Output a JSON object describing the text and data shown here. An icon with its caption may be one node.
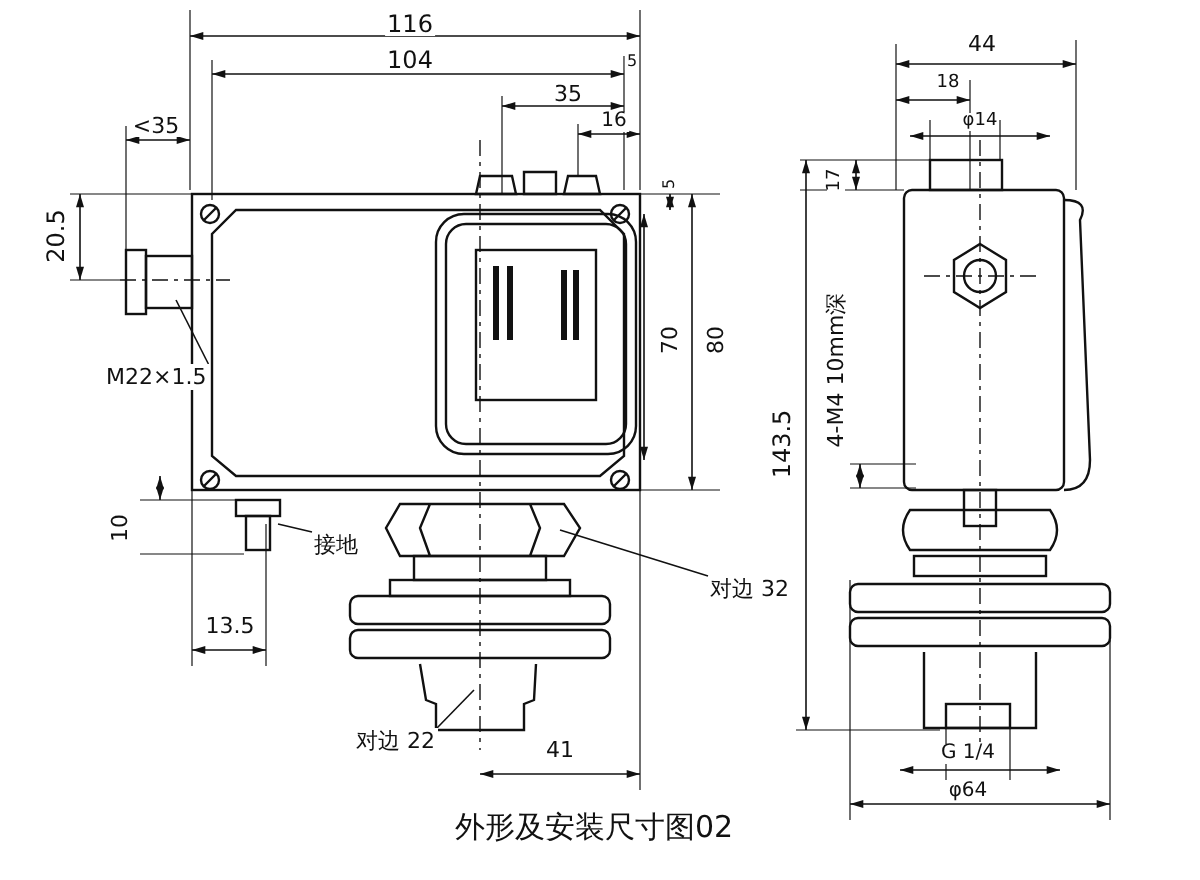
{
  "diagram": {
    "caption": "外形及安装尺寸图02",
    "nodes": [
      {
        "text": [
          "M22×1.5"
        ]
      },
      {
        "text": [
          "接地"
        ]
      },
      {
        "text": [
          "对边 32"
        ]
      },
      {
        "text": [
          "对边 22"
        ]
      }
    ],
    "edges": [
      {
        "from": 0,
        "to": null,
        "arrow": "none"
      },
      {
        "from": 1,
        "to": null,
        "arrow": "none"
      },
      {
        "from": 2,
        "to": null,
        "arrow": "none"
      },
      {
        "from": 3,
        "to": null,
        "arrow": "none"
      }
    ],
    "labels": [
      "116",
      "104",
      "5",
      "35",
      "16",
      "<35",
      "20.5",
      "5",
      "70",
      "80",
      "10",
      "13.5",
      "41",
      "44",
      "18",
      "φ14",
      "17",
      "143.5",
      "4-M4 10mm深",
      "G 1/4",
      "φ64"
    ]
  }
}
